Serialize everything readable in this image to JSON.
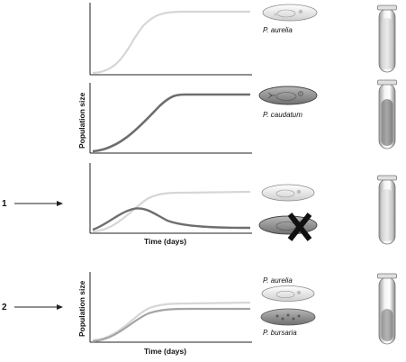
{
  "figure": {
    "markers": [
      "1",
      "2"
    ],
    "axis": {
      "y_label": "Population size",
      "x_label": "Time (days)"
    },
    "species": {
      "aurelia": "P. aurelia",
      "caudatum": "P. caudatum",
      "bursaria": "P. bursaria"
    },
    "panels": [
      {
        "id": "aurelia-alone",
        "curves": [
          "aurelia"
        ],
        "tube_fill": 0.82
      },
      {
        "id": "caudatum-alone",
        "curves": [
          "caudatum"
        ],
        "tube_fill": 0.62
      },
      {
        "id": "aurelia-vs-caudatum",
        "curves": [
          "aurelia",
          "caudatum-decline"
        ],
        "tube_fill": 0.8,
        "excluded": "caudatum"
      },
      {
        "id": "aurelia-with-bursaria",
        "curves": [
          "aurelia",
          "bursaria"
        ],
        "tube_fill": 0.55
      }
    ],
    "colors": {
      "aurelia_curve": "#d6d6d6",
      "caudatum_curve": "#6e6e6e",
      "bursaria_curve": "#a4a4a4",
      "axis": "#222222",
      "exclusion_mark": "#111111"
    },
    "exclusion_mark_icon": "x-mark-icon"
  }
}
